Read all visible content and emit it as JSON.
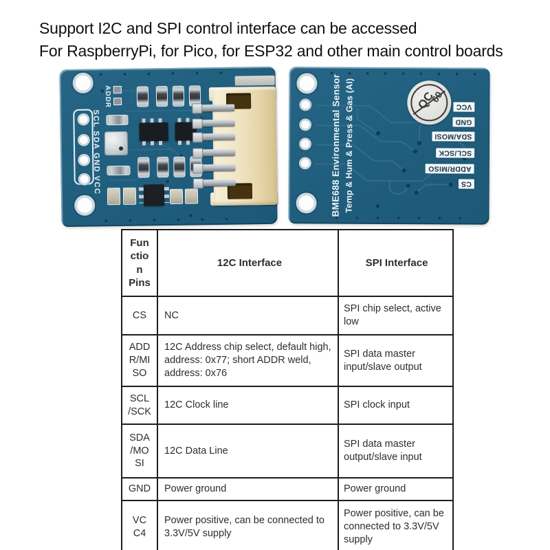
{
  "title": {
    "line1": "Support I2C and SPI control interface can be accessed",
    "line2": "For RaspberryPi, for Pico, for ESP32 and other main control boards"
  },
  "front_board": {
    "addr_label": "ADDR",
    "pin_row_label": "SCL SDA GND VCC"
  },
  "back_board": {
    "title_vertical_line1": "BME688 Environmental Sensor",
    "title_vertical_line2": "Temp & Hum & Press & Gas (AI)",
    "qc_stamp_text": "QC",
    "qc_stamp_number": "60",
    "pin_labels": [
      "VCC",
      "GND",
      "SDA/MOSI",
      "SCL/SCK",
      "ADDR/MISO",
      "CS"
    ]
  },
  "pin_table": {
    "headers": [
      "Fun\nctio\nn\nPins",
      "12C Interface",
      "SPI Interface"
    ],
    "rows": [
      {
        "pin": "CS",
        "i2c": "NC",
        "spi": "SPI chip select, active low"
      },
      {
        "pin": "ADD\nR/MI\nSO",
        "i2c": "12C Address chip select, default high, address: 0x77; short ADDR weld, address: 0x76",
        "spi": "SPI data master input/slave output"
      },
      {
        "pin": "SCL\n/SCK",
        "i2c": "12C Clock line",
        "spi": "SPI clock input"
      },
      {
        "pin": "SDA\n/MO\nSI",
        "i2c": "12C Data Line",
        "spi": "SPI data master output/slave input"
      },
      {
        "pin": "GND",
        "i2c": "Power ground",
        "spi": "Power ground"
      },
      {
        "pin": "VC\nC4",
        "i2c": "Power positive, can be connected to 3.3V/5V supply",
        "spi": "Power positive, can be connected to 3.3V/5V supply"
      }
    ]
  },
  "colors": {
    "pcb_blue": "#215f7f",
    "pcb_trace": "#336f8e",
    "silkscreen": "#e9f2f6",
    "connector_beige": "#f0e4c2",
    "table_border": "#1c1c1c",
    "table_text": "#2d2d2d"
  }
}
